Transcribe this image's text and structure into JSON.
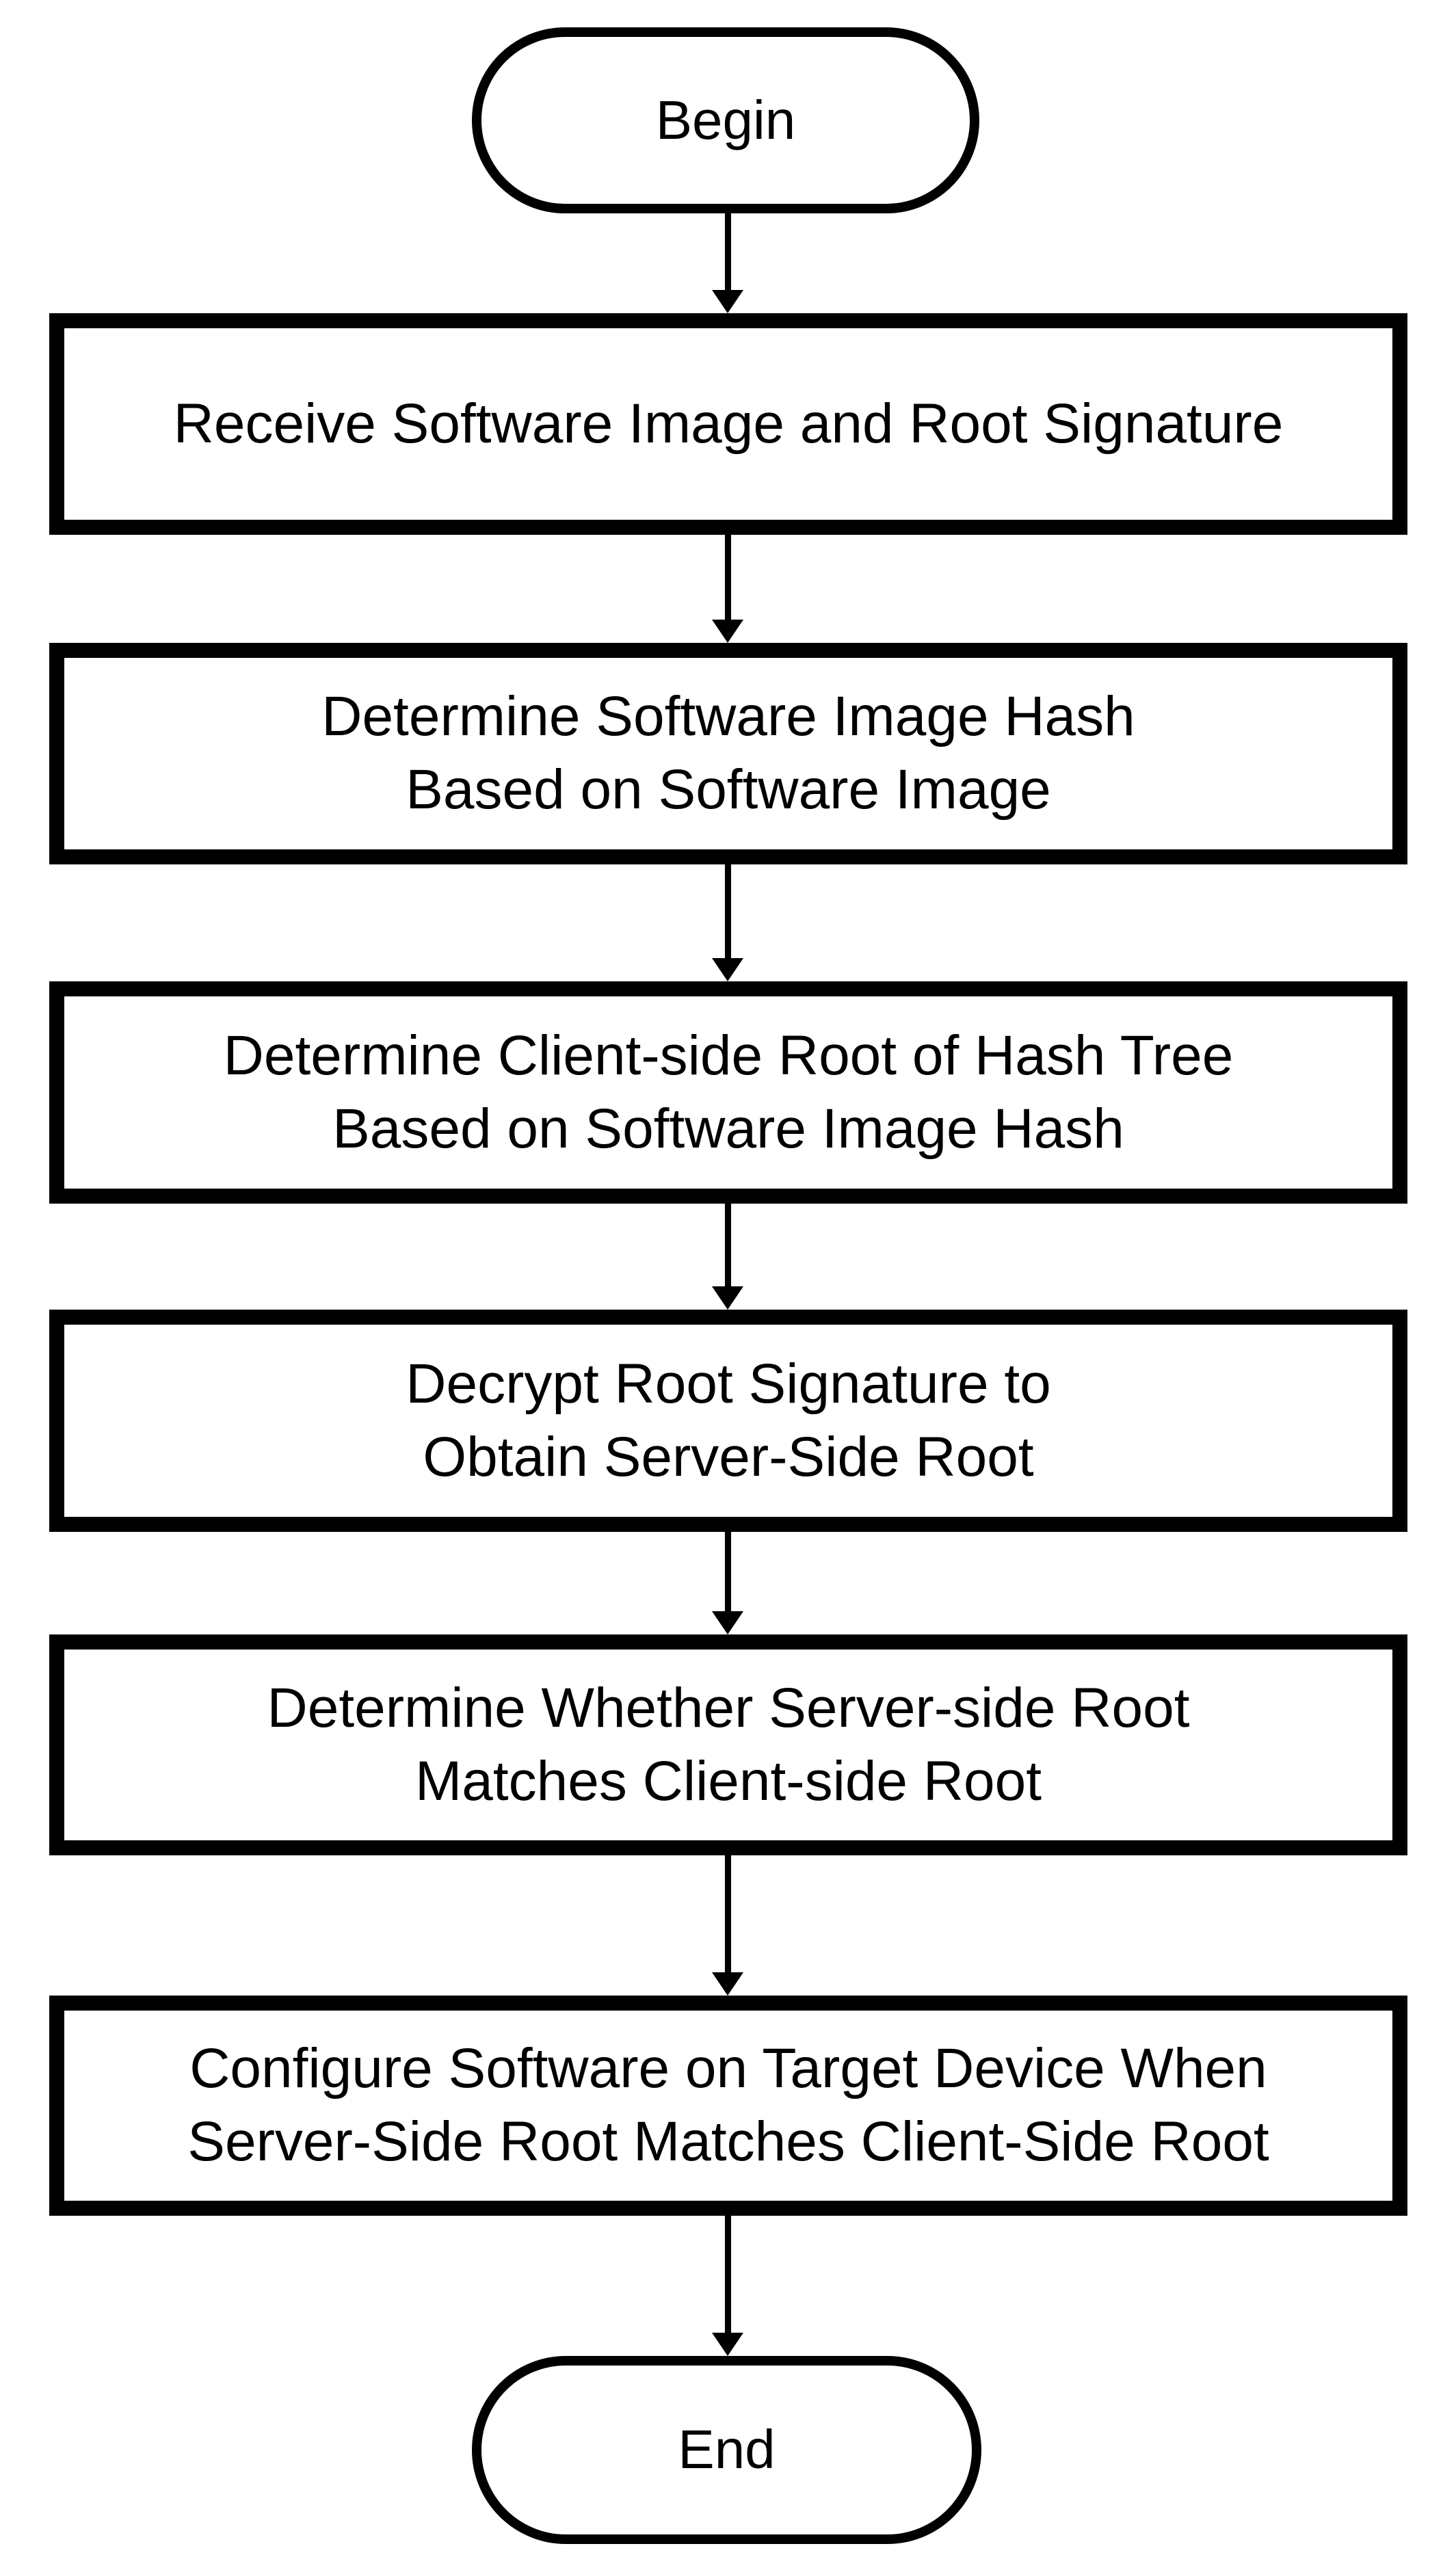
{
  "diagram": {
    "type": "flowchart",
    "orientation": "top-to-bottom",
    "background_color": "#ffffff",
    "stroke_color": "#000000",
    "text_color": "#000000",
    "nodes": [
      {
        "id": "begin",
        "shape": "stadium",
        "role": "terminal-start",
        "label": "Begin"
      },
      {
        "id": "step1",
        "shape": "rectangle",
        "role": "process",
        "label": "Receive Software Image and Root Signature"
      },
      {
        "id": "step2",
        "shape": "rectangle",
        "role": "process",
        "label": "Determine Software Image Hash\nBased on Software Image"
      },
      {
        "id": "step3",
        "shape": "rectangle",
        "role": "process",
        "label": "Determine Client-side Root of Hash Tree\nBased on Software Image Hash"
      },
      {
        "id": "step4",
        "shape": "rectangle",
        "role": "process",
        "label": "Decrypt Root Signature to\nObtain Server-Side Root"
      },
      {
        "id": "step5",
        "shape": "rectangle",
        "role": "process",
        "label": "Determine Whether Server-side Root\nMatches Client-side Root"
      },
      {
        "id": "step6",
        "shape": "rectangle",
        "role": "process",
        "label": "Configure Software on Target Device When\nServer-Side Root Matches Client-Side Root"
      },
      {
        "id": "end",
        "shape": "stadium",
        "role": "terminal-end",
        "label": "End"
      }
    ],
    "edges": [
      {
        "id": "e1",
        "from": "begin",
        "to": "step1",
        "arrow": "down"
      },
      {
        "id": "e2",
        "from": "step1",
        "to": "step2",
        "arrow": "down"
      },
      {
        "id": "e3",
        "from": "step2",
        "to": "step3",
        "arrow": "down"
      },
      {
        "id": "e4",
        "from": "step3",
        "to": "step4",
        "arrow": "down"
      },
      {
        "id": "e5",
        "from": "step4",
        "to": "step5",
        "arrow": "down"
      },
      {
        "id": "e6",
        "from": "step5",
        "to": "step6",
        "arrow": "down"
      },
      {
        "id": "e7",
        "from": "step6",
        "to": "end",
        "arrow": "down"
      }
    ]
  }
}
